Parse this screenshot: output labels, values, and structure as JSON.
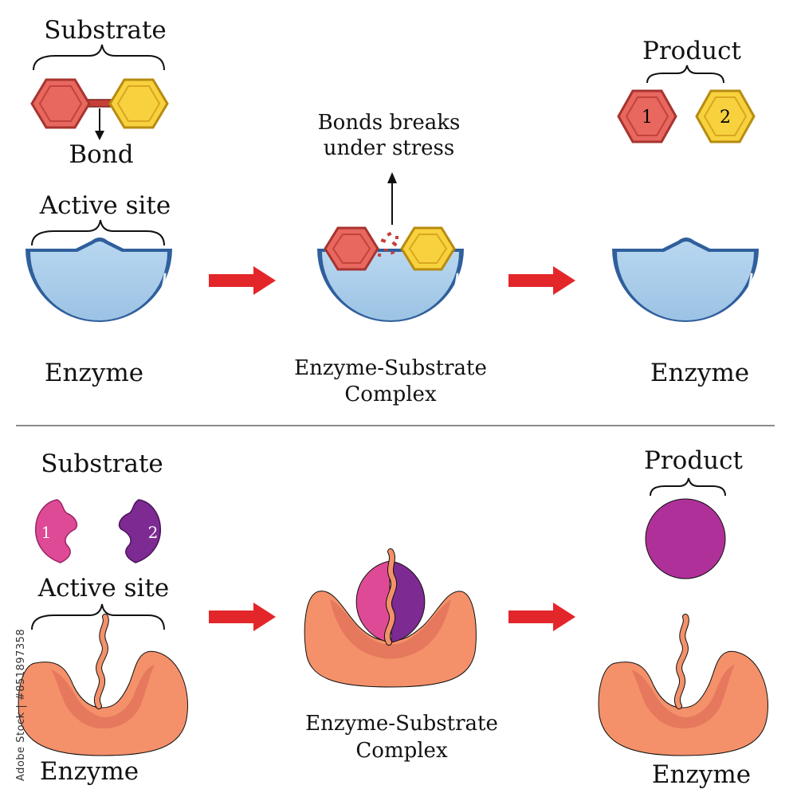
{
  "colors": {
    "enzyme_blue_fill": "#a9cdea",
    "enzyme_blue_edge": "#2f5f9c",
    "hex_red": "#e8675f",
    "hex_red_edge": "#a7342f",
    "hex_yellow": "#f7d23e",
    "hex_yellow_edge": "#b88b10",
    "enzyme_orange": "#f4916a",
    "enzyme_orange_dark": "#e2735a",
    "substrate_pink": "#df4a96",
    "substrate_purple": "#7d2a92",
    "product_magenta": "#b0309a",
    "arrow_red": "#e3262a"
  },
  "top": {
    "substrate_label": "Substrate",
    "bond_label": "Bond",
    "active_site_label": "Active site",
    "enzyme_left_label": "Enzyme",
    "stress_label_line1": "Bonds breaks",
    "stress_label_line2": "under stress",
    "complex_label_line1": "Enzyme-Substrate",
    "complex_label_line2": "Complex",
    "product_label": "Product",
    "product_number_1": "1",
    "product_number_2": "2",
    "enzyme_right_label": "Enzyme"
  },
  "bottom": {
    "substrate_label": "Substrate",
    "substrate_number_1": "1",
    "substrate_number_2": "2",
    "active_site_label": "Active site",
    "enzyme_left_label": "Enzyme",
    "complex_label_line1": "Enzyme-Substrate",
    "complex_label_line2": "Complex",
    "product_label": "Product",
    "enzyme_right_label": "Enzyme"
  },
  "watermark_id": "Adobe Stock | #851897358"
}
